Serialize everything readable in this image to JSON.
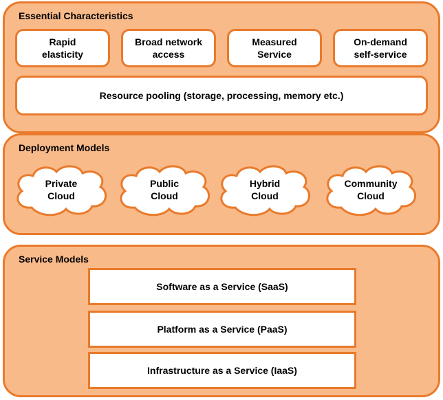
{
  "essential": {
    "title": "Essential Characteristics",
    "items": [
      "Rapid\nelasticity",
      "Broad network\naccess",
      "Measured\nService",
      "On-demand\nself-service"
    ],
    "pooling": "Resource pooling (storage,  processing,  memory etc.)"
  },
  "deployment": {
    "title": "Deployment Models",
    "clouds": [
      "Private\nCloud",
      "Public\nCloud",
      "Hybrid\nCloud",
      "Community\nCloud"
    ]
  },
  "service": {
    "title": "Service Models",
    "models": [
      "Software as a Service (SaaS)",
      "Platform as a Service (PaaS)",
      "Infrastructure as a Service (IaaS)"
    ]
  },
  "colors": {
    "panel_fill": "#f9ba8a",
    "border": "#e97a2b",
    "box_fill": "#ffffff"
  }
}
